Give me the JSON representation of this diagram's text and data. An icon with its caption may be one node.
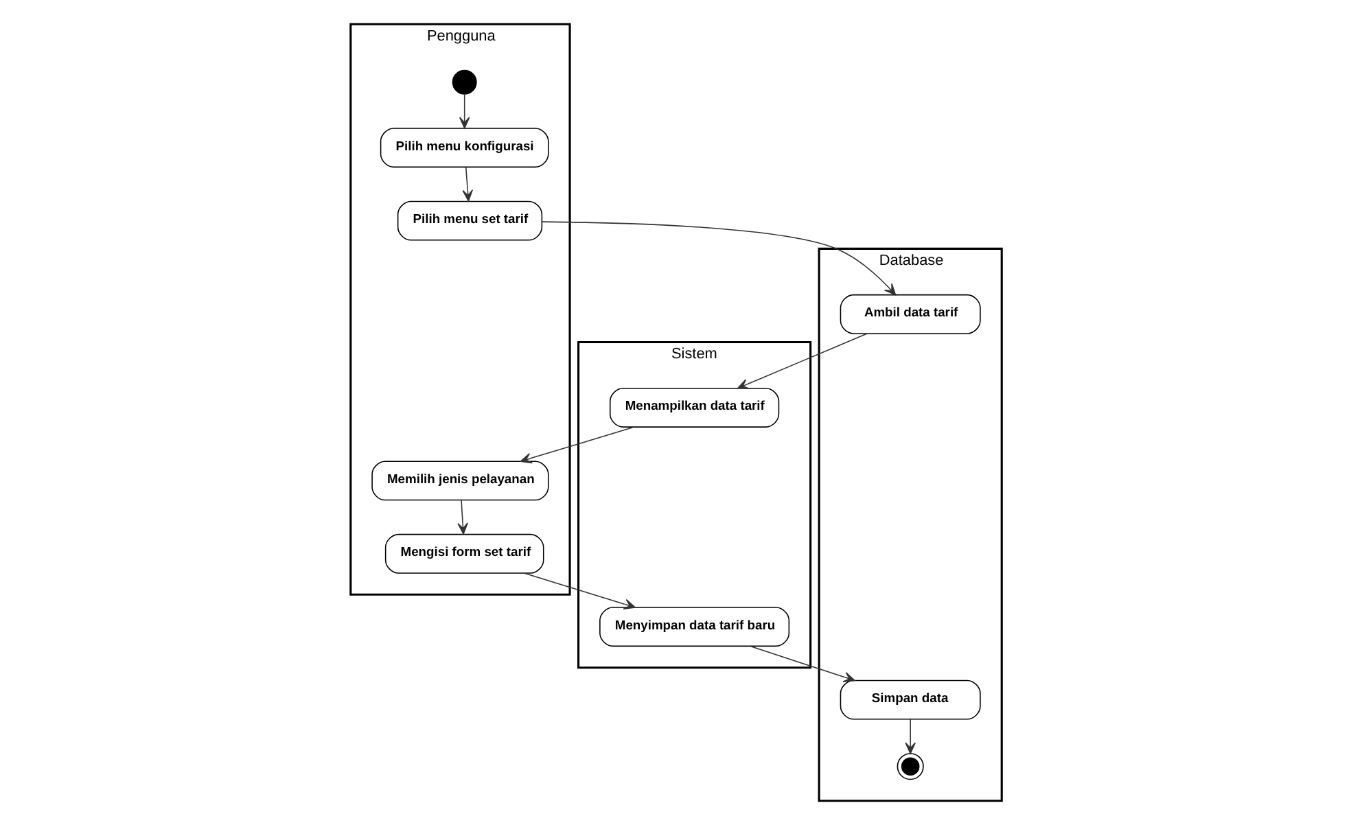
{
  "diagram": {
    "nodes": [
      {
        "text": [
          "Pengguna"
        ]
      },
      {
        "text": [
          "Sistem"
        ]
      },
      {
        "text": [
          "Database"
        ]
      },
      {
        "text": [],
        "shape": "circle",
        "in": 0
      },
      {
        "text": [
          "Pilih menu konfigurasi"
        ],
        "in": 0
      },
      {
        "text": [
          "Pilih menu set tarif"
        ],
        "in": 0
      },
      {
        "text": [
          "Ambil data tarif"
        ],
        "in": 2
      },
      {
        "text": [
          "Memilih jenis pelayanan"
        ],
        "in": 0
      },
      {
        "text": [
          "Menampilkan data tarif"
        ],
        "in": 1
      },
      {
        "text": [
          "Mengisi form set tarif"
        ],
        "in": 0
      },
      {
        "text": [
          "Menyimpan data tarif baru"
        ],
        "in": 1
      },
      {
        "text": [
          "Simpan data"
        ],
        "in": 2
      },
      {
        "text": [],
        "shape": "circle",
        "in": 2
      }
    ],
    "edges": [
      {
        "from": 3,
        "to": 4,
        "arrow": "to"
      },
      {
        "from": 4,
        "to": 5,
        "arrow": "to"
      },
      {
        "from": 5,
        "to": 6,
        "arrow": "to"
      },
      {
        "from": 6,
        "to": 8,
        "arrow": "to"
      },
      {
        "from": 8,
        "to": 7,
        "arrow": "to"
      },
      {
        "from": 7,
        "to": 9,
        "arrow": "to"
      },
      {
        "from": 9,
        "to": 10,
        "arrow": "to"
      },
      {
        "from": 10,
        "to": 11,
        "arrow": "to"
      },
      {
        "from": 11,
        "to": 12,
        "arrow": "to"
      }
    ]
  }
}
